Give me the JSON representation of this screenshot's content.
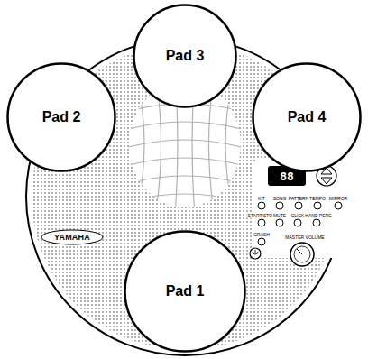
{
  "diagram": {
    "nodes": [
      {
        "text": [
          "Pad 3"
        ]
      },
      {
        "text": [
          "Pad 2"
        ]
      },
      {
        "text": [
          "Pad 4"
        ]
      },
      {
        "text": [
          "Pad 1"
        ]
      }
    ],
    "labels": [
      "YAMAHA",
      "88",
      "KIT",
      "SONG",
      "PATTERN",
      "TEMPO",
      "MIRROR",
      "START/STOP",
      "MUTE",
      "CLICK",
      "HAND PERC",
      "CRASH",
      "MASTER VOLUME"
    ]
  }
}
